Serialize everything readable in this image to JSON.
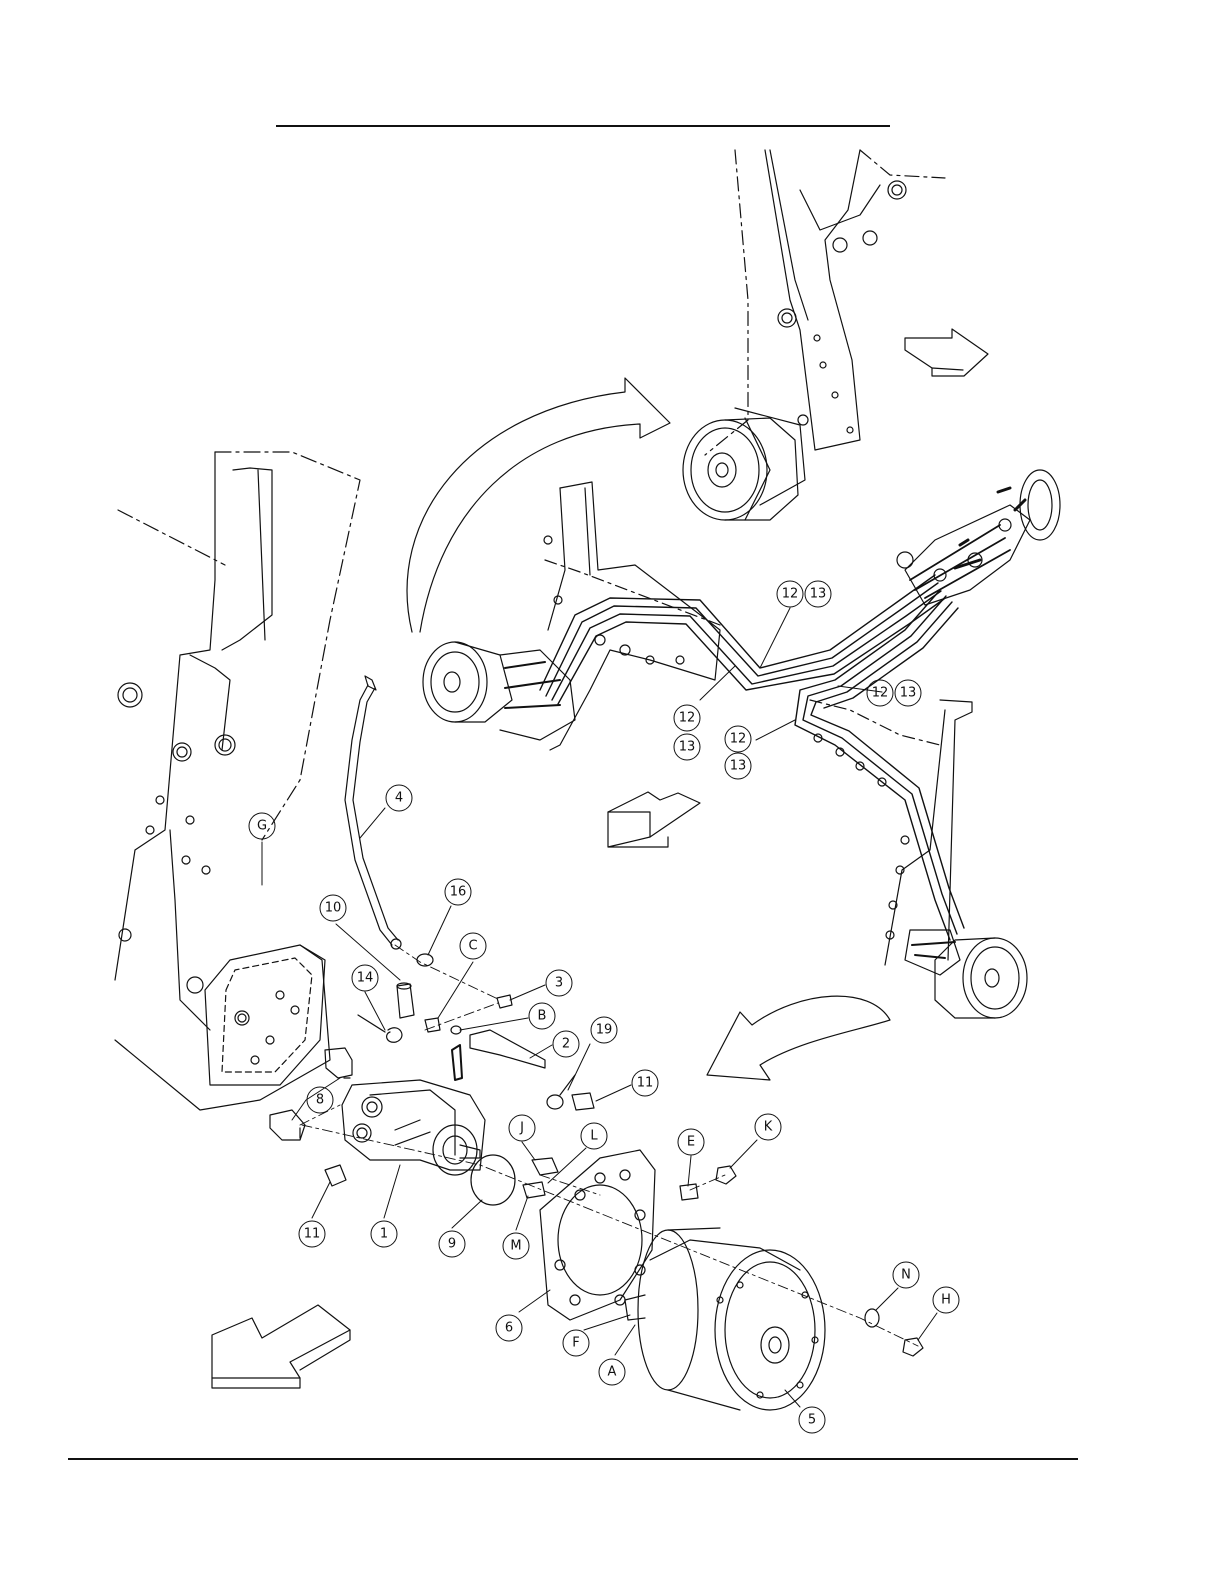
{
  "diagram": {
    "callouts": [
      {
        "id": "c-12a",
        "label": "12"
      },
      {
        "id": "c-13a",
        "label": "13"
      },
      {
        "id": "c-12b",
        "label": "12"
      },
      {
        "id": "c-13b",
        "label": "13"
      },
      {
        "id": "c-12c",
        "label": "12"
      },
      {
        "id": "c-13c",
        "label": "13"
      },
      {
        "id": "c-12d",
        "label": "12"
      },
      {
        "id": "c-13d",
        "label": "13"
      },
      {
        "id": "c-4",
        "label": "4"
      },
      {
        "id": "c-G",
        "label": "G"
      },
      {
        "id": "c-16",
        "label": "16"
      },
      {
        "id": "c-10",
        "label": "10"
      },
      {
        "id": "c-C",
        "label": "C"
      },
      {
        "id": "c-14",
        "label": "14"
      },
      {
        "id": "c-3",
        "label": "3"
      },
      {
        "id": "c-B",
        "label": "B"
      },
      {
        "id": "c-2",
        "label": "2"
      },
      {
        "id": "c-19",
        "label": "19"
      },
      {
        "id": "c-11a",
        "label": "11"
      },
      {
        "id": "c-8",
        "label": "8"
      },
      {
        "id": "c-J",
        "label": "J"
      },
      {
        "id": "c-L",
        "label": "L"
      },
      {
        "id": "c-E",
        "label": "E"
      },
      {
        "id": "c-K",
        "label": "K"
      },
      {
        "id": "c-11b",
        "label": "11"
      },
      {
        "id": "c-1",
        "label": "1"
      },
      {
        "id": "c-9",
        "label": "9"
      },
      {
        "id": "c-M",
        "label": "M"
      },
      {
        "id": "c-6",
        "label": "6"
      },
      {
        "id": "c-F",
        "label": "F"
      },
      {
        "id": "c-A",
        "label": "A"
      },
      {
        "id": "c-N",
        "label": "N"
      },
      {
        "id": "c-H",
        "label": "H"
      },
      {
        "id": "c-5",
        "label": "5"
      }
    ]
  }
}
